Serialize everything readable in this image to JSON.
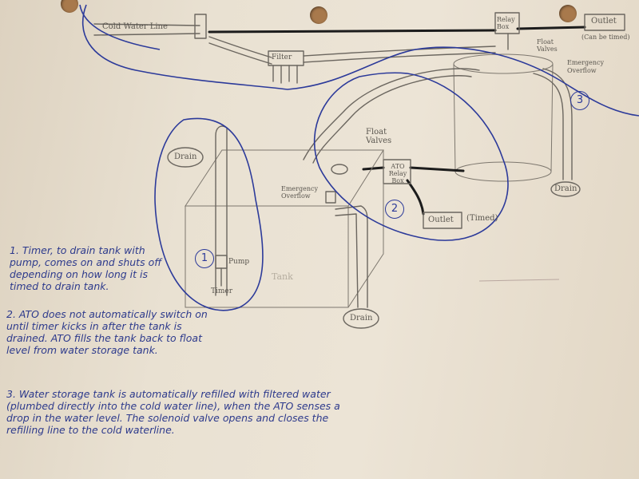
{
  "labels": {
    "cold_water_line": "Cold Water Line",
    "filter": "Filter",
    "relay_box_top": "Relay Box",
    "outlet_top": "Outlet",
    "can_be_timed": "(Can be timed)",
    "float_valves_top": "Float Valves",
    "emergency_overflow_top": "Emergency Overflow",
    "drain_right": "Drain",
    "float_valves_mid": "Float Valves",
    "ato_relay_box": "ATO Relay Box",
    "emergency_overflow_tank": "Emergency Overflow",
    "outlet_timed": "Outlet",
    "timed": "(Timed)",
    "drain_left": "Drain",
    "pump": "Pump",
    "timer": "Timer",
    "tank": "Tank",
    "drain_bottom": "Drain"
  },
  "circle_numbers": {
    "one": "1",
    "two": "2",
    "three": "3"
  },
  "notes": [
    "1. Timer, to drain tank with pump, comes on and shuts off depending on how long it is timed to drain tank.",
    "2. ATO does not automatically switch on until timer kicks in after the tank is drained. ATO fills the tank back to float level from water storage tank.",
    "3. Water storage tank is automatically refilled with filtered water (plumbed directly into the cold water line), when the ATO senses a drop in the water level. The solenoid valve opens and closes the refilling line to the cold waterline."
  ]
}
